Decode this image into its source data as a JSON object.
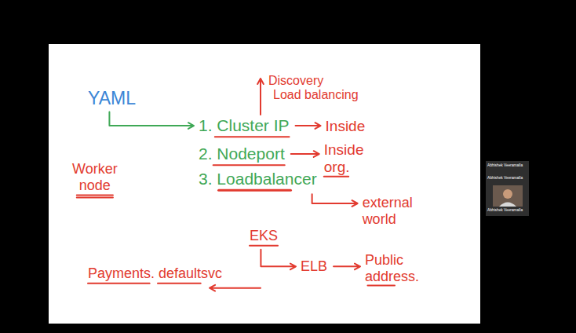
{
  "diagram": {
    "labels": [
      "YAML",
      "Discovery",
      "Load balancing",
      "1. Cluster IP",
      "Inside",
      "2. Nodeport",
      "Inside org.",
      "3. Loadbalancer",
      "external world",
      "Worker node",
      "EKS",
      "ELB",
      "Public address.",
      "Payments. defaultsvc",
      "Abhishek Veeramalla",
      "Abhishek Veeramalla",
      "Abhishek Veeramalla"
    ]
  }
}
